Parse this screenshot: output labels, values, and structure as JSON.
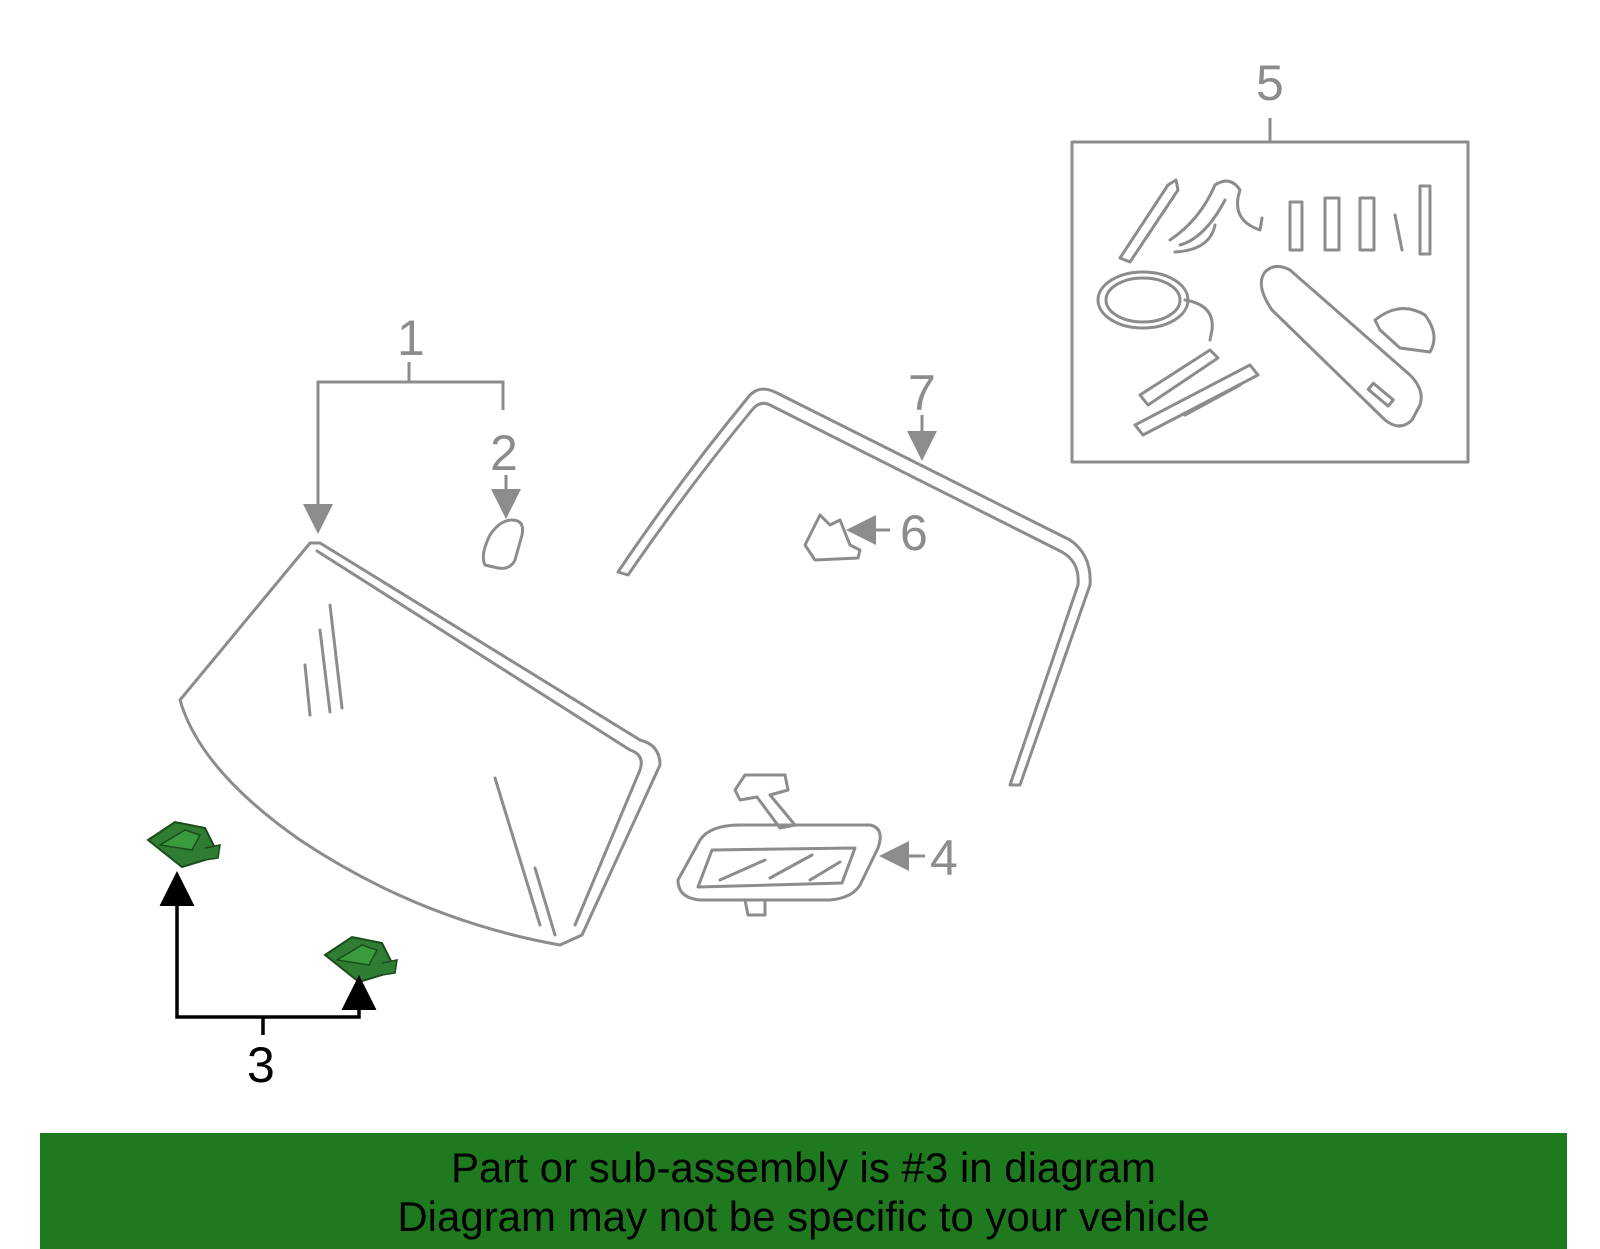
{
  "diagram": {
    "callouts": {
      "c1": "1",
      "c2": "2",
      "c3": "3",
      "c4": "4",
      "c5": "5",
      "c6": "6",
      "c7": "7"
    },
    "highlighted_part": "3",
    "highlight_color": "#2e7d32",
    "line_color": "#8c8c8c"
  },
  "banner": {
    "line1": "Part or sub-assembly is #3 in diagram",
    "line2": "Diagram may not be specific to your vehicle",
    "background": "#1f7a1f"
  }
}
